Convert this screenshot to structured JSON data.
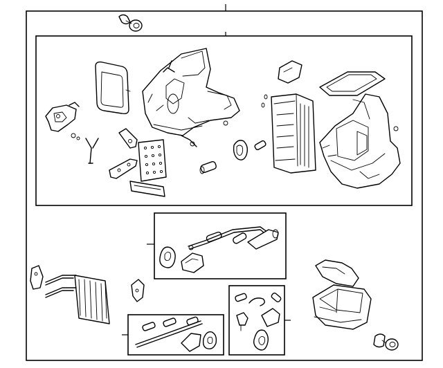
{
  "colors": {
    "line": "#000000",
    "background": "#ffffff"
  },
  "parts": {
    "outer_frame": "frame",
    "main_assembly_box": "box",
    "seal_pipe_kit_box": "box",
    "lower_left_kit_box": "box",
    "small_valve_kit_box": "box"
  }
}
